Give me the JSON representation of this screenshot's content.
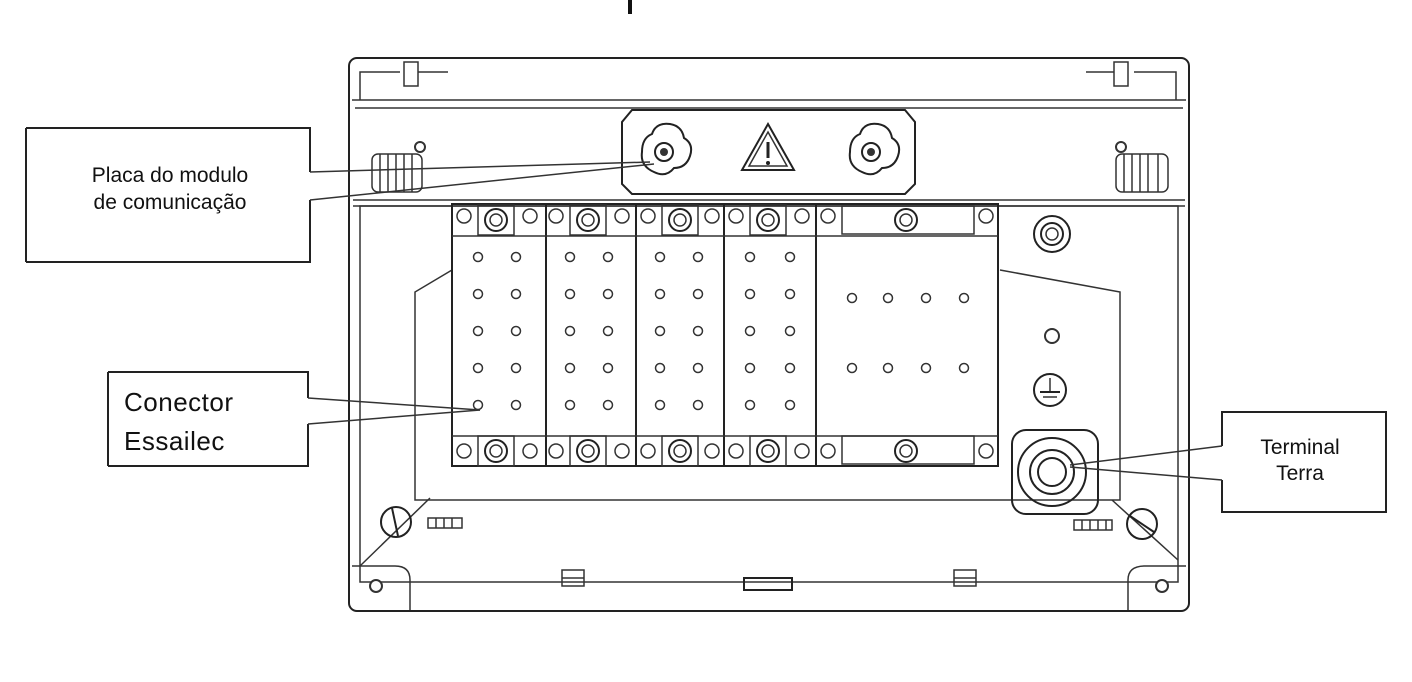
{
  "diagram": {
    "callouts": {
      "comm_module": [
        "Placa do modulo",
        "de comunicação"
      ],
      "essailec": [
        "Conector",
        "Essailec"
      ],
      "ground": [
        "Terminal",
        "Terra"
      ]
    }
  }
}
